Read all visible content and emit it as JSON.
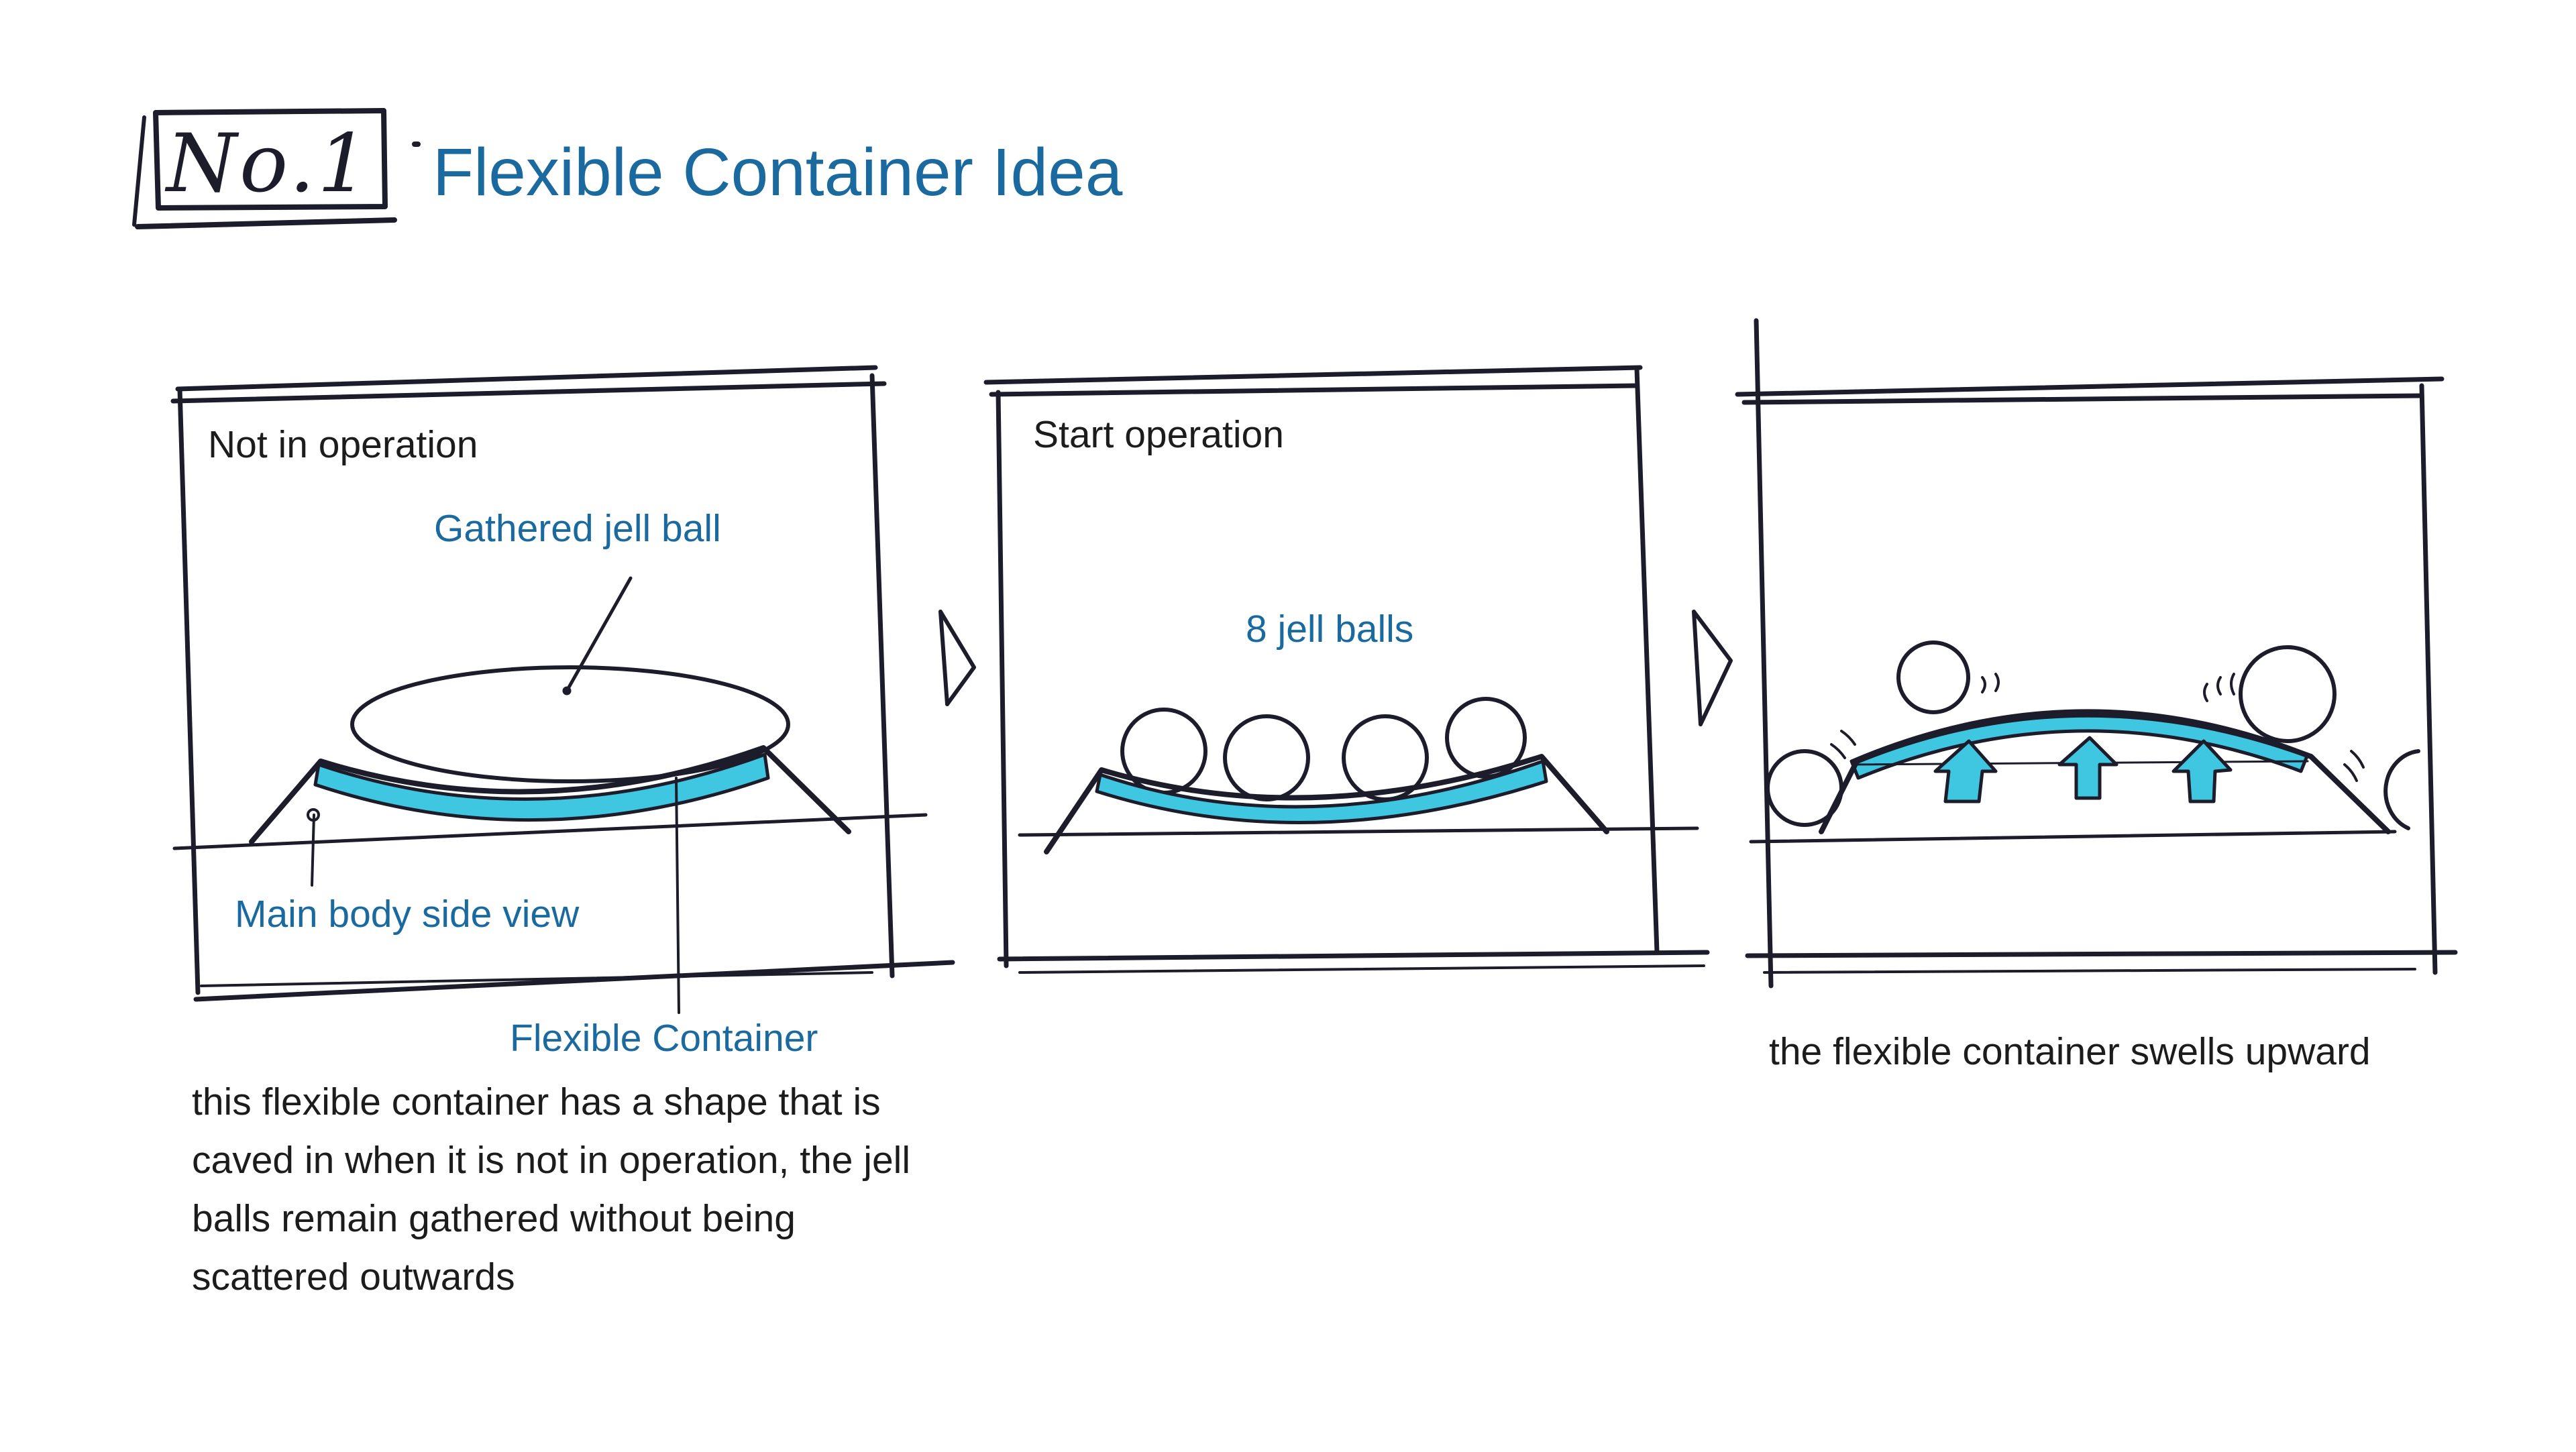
{
  "header": {
    "badge_text": "No.1",
    "title": "Flexible Container Idea"
  },
  "panels": [
    {
      "state_label": "Not in operation",
      "annotations": {
        "gathered": "Gathered jell ball",
        "main_body": "Main body side view",
        "flexible_container": "Flexible Container"
      },
      "caption": "this flexible container has a shape that is caved in when it is not in operation, the jell balls remain gathered without being scattered outwards"
    },
    {
      "state_label": "Start operation",
      "annotations": {
        "balls": "8 jell balls"
      }
    },
    {
      "caption": "the flexible container swells upward"
    }
  ],
  "colors": {
    "ink": "#1c1c2a",
    "accent_blue": "#1a6aa0",
    "container_fill": "#3fc6e0"
  }
}
